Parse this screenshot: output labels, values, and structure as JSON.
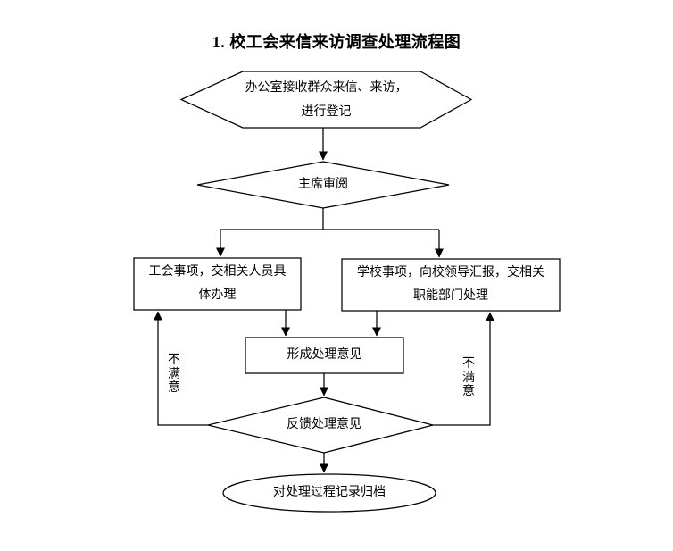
{
  "title": "1. 校工会来信来访调查处理流程图",
  "nodes": {
    "receive": {
      "shape": "hexagon",
      "line1": "办公室接收群众来信、来访，",
      "line2": "进行登记"
    },
    "review": {
      "shape": "diamond",
      "label": "主席审阅"
    },
    "union_matters": {
      "shape": "rectangle",
      "line1": "工会事项，交相关人员具",
      "line2": "体办理"
    },
    "school_matters": {
      "shape": "rectangle",
      "line1": "学校事项，向校领导汇报，交相关",
      "line2": "职能部门处理"
    },
    "form_opinion": {
      "shape": "rectangle",
      "label": "形成处理意见"
    },
    "feedback": {
      "shape": "diamond",
      "label": "反馈处理意见"
    },
    "archive": {
      "shape": "ellipse",
      "label": "对处理过程记录归档"
    }
  },
  "edge_labels": {
    "left_unsatisfied": "不满意",
    "right_unsatisfied": "不满意"
  },
  "colors": {
    "line": "#000000",
    "text": "#000000",
    "background": "#ffffff"
  }
}
